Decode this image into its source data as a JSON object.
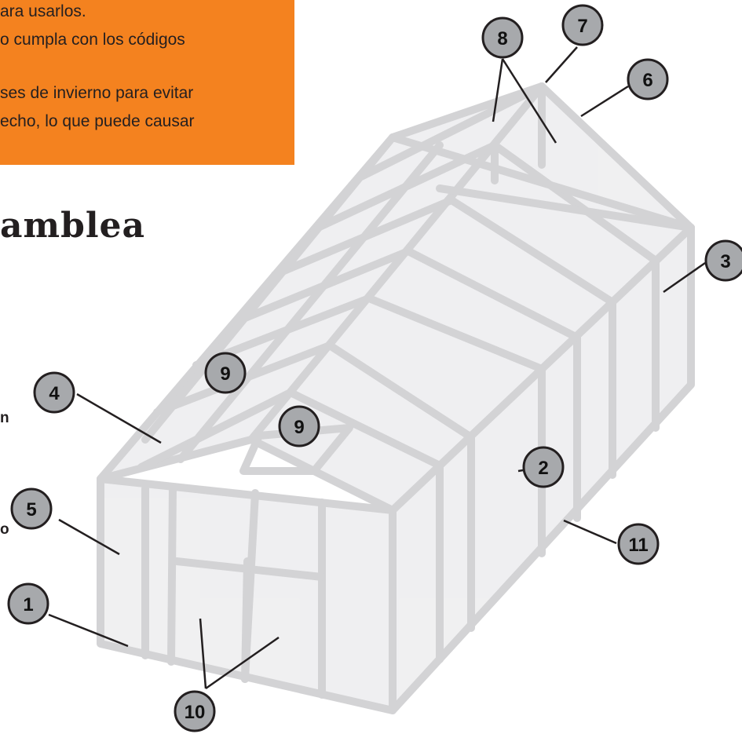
{
  "notice": {
    "lines": [
      "ara usarlos.",
      "o cumpla con los códigos",
      "ses de invierno para evitar",
      "echo, lo que puede causar"
    ]
  },
  "heading": "amblea",
  "side_fragments": [
    "n",
    "o"
  ],
  "callouts": [
    {
      "label": "1"
    },
    {
      "label": "2"
    },
    {
      "label": "3"
    },
    {
      "label": "4"
    },
    {
      "label": "5"
    },
    {
      "label": "6"
    },
    {
      "label": "7"
    },
    {
      "label": "8"
    },
    {
      "label": "9"
    },
    {
      "label": "9"
    },
    {
      "label": "10"
    },
    {
      "label": "11"
    }
  ],
  "colors": {
    "notice_bg": "#f4821f",
    "frame": "#d3d3d5",
    "panel": "#eeeef0",
    "callout_fill": "#a7a9ac",
    "callout_stroke": "#231f20"
  }
}
